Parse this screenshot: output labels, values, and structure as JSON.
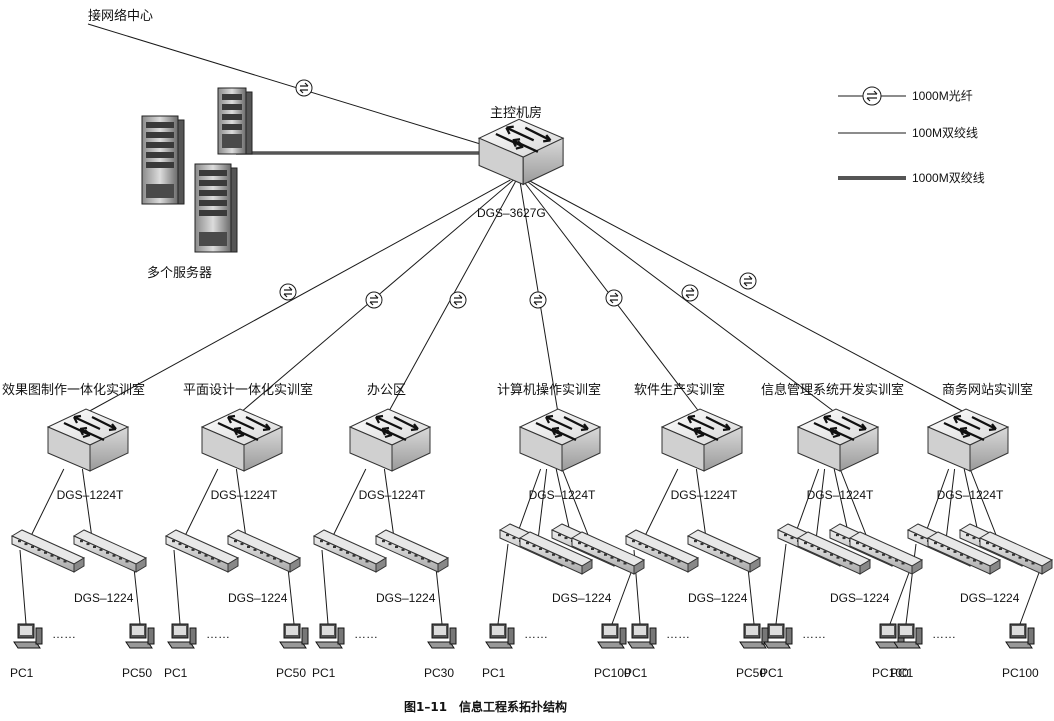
{
  "texts": {
    "uplink": "接网络中心",
    "core_room": "主控机房",
    "core_model": "DGS–3627G",
    "servers": "多个服务器",
    "access_model": "DGS–1224T",
    "edge_model": "DGS–1224",
    "dots": "……",
    "caption": "图1–11　信息工程系拓扑结构"
  },
  "legend": [
    {
      "label": "1000M光纤",
      "style": "fiber"
    },
    {
      "label": "100M双绞线",
      "style": "thin"
    },
    {
      "label": "1000M双绞线",
      "style": "thick"
    }
  ],
  "labs": [
    {
      "name": "效果图制作一体化实训室",
      "first_pc": "PC1",
      "last_pc": "PC50",
      "edge_switches": 2
    },
    {
      "name": "平面设计一体化实训室",
      "first_pc": "PC1",
      "last_pc": "PC50",
      "edge_switches": 2
    },
    {
      "name": "办公区",
      "first_pc": "PC1",
      "last_pc": "PC30",
      "edge_switches": 2
    },
    {
      "name": "计算机操作实训室",
      "first_pc": "PC1",
      "last_pc": "PC100",
      "edge_switches": 4
    },
    {
      "name": "软件生产实训室",
      "first_pc": "PC1",
      "last_pc": "PC50",
      "edge_switches": 2
    },
    {
      "name": "信息管理系统开发实训室",
      "first_pc": "PC1",
      "last_pc": "PC100",
      "edge_switches": 4
    },
    {
      "name": "商务网站实训室",
      "first_pc": "PC1",
      "last_pc": "PC100",
      "edge_switches": 4
    }
  ],
  "colors": {
    "line": "#1a1a1a",
    "switch_top": "#f2f2f2",
    "switch_side": "#bdbdbd",
    "thick_line": "#555555"
  }
}
